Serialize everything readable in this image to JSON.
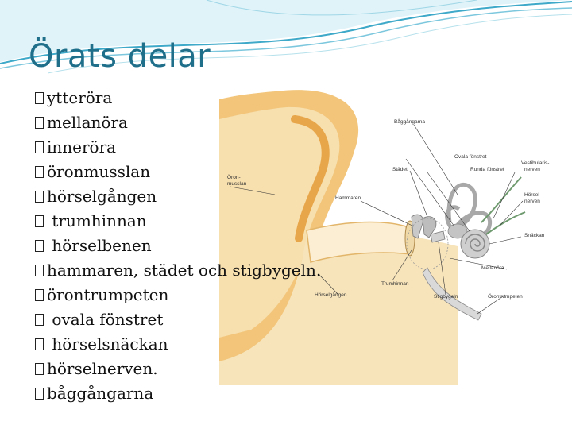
{
  "slide": {
    "title": "Örats delar",
    "bullets": [
      "ytteröra",
      "mellanöra",
      "inneröra",
      "öronmusslan",
      "hörselgången",
      " trumhinnan",
      " hörselbenen",
      "hammaren, städet och stigbygeln.",
      "örontrumpeten",
      " ovala fönstret",
      " hörselsnäckan",
      "hörselnerven.",
      "båggångarna"
    ]
  },
  "figure": {
    "labels": {
      "baggangarna": "Båggångarna",
      "ovala_fonstret": "Ovala fönstret",
      "runda_fonstret": "Runda fönstret",
      "vestibularisnerven_1": "Vestibularis-",
      "vestibularisnerven_2": "nerven",
      "stadet": "Städet",
      "oronmusslan_1": "Öron-",
      "oronmusslan_2": "musslan",
      "hammaren": "Hammaren",
      "horselnerven_1": "Hörsel-",
      "horselnerven_2": "nerven",
      "snackan": "Snäckan",
      "mellanora": "Mellanöra",
      "trumhinnan": "Trumhinnan",
      "horselgangen": "Hörselgången",
      "stigbygeln": "Stigbygeln",
      "orontrumpeten": "Örontrumpeten"
    }
  },
  "colors": {
    "title": "#1f6f8b",
    "swoosh": "#3fa9c9",
    "ear_outer": "#f2c57a",
    "ear_inner": "#e8a64a",
    "skin": "#f7dfae"
  }
}
